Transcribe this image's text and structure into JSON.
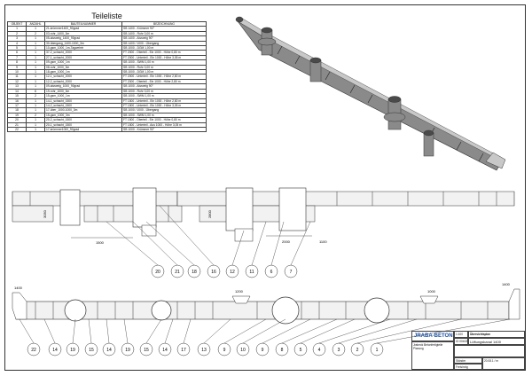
{
  "parts_list": {
    "title": "Teileliste",
    "headers": [
      "OBJEKT",
      "ANZAHL",
      "BAUTEILNUMMER",
      "BEZEICHNUNG"
    ],
    "rows": [
      [
        "1",
        "1",
        "21-krümmer1400_90grad",
        "SB 1400 - Krümmer 90°"
      ],
      [
        "2",
        "2",
        "03-rohr_1400_3m",
        "SB 1400 - Rohr 3,00 m"
      ],
      [
        "3",
        "1",
        "05-abzweig_1400_90grad",
        "SB 1400 - Abzweig 90°"
      ],
      [
        "4",
        "1",
        "30-übergang_1400-1000_3m",
        "SB 1400 / 1000 - Übergang"
      ],
      [
        "5",
        "1",
        "10-gsm_1000_1m-Tagwehrtr",
        "SB 1000 - DGM 1,00 m"
      ],
      [
        "6",
        "1",
        "37-2_schacht_2000",
        "FT 2000 - Oberteil - Ein 1000 - Höhe 0,80 m"
      ],
      [
        "7",
        "1",
        "27-1_schacht_2000",
        "FT 2000 - Unterteil - Ein 1000 - Höhe 3,05 m"
      ],
      [
        "8",
        "1",
        "09-gsm_1000_1m",
        "SB 1000 - SWM 1,00 m"
      ],
      [
        "9",
        "1",
        "08-rohr_1000_3m",
        "SB 1000 - Rohr 3,00 m"
      ],
      [
        "10",
        "1",
        "18-gsm_1000_1m",
        "SB 1000 - DGM 1,00 m"
      ],
      [
        "11",
        "1",
        "12-1_schacht_2000",
        "FT 2000 - Unterteil - Ein 1000 - Höhe 2,80 m"
      ],
      [
        "12",
        "1",
        "12-2_schacht_2000",
        "FT 2000 - Oberteil - Ein 1000 - Höhe 2,80 m"
      ],
      [
        "13",
        "1",
        "09-abzweig_1000_90grad",
        "SB 1000 - Abzweig 90°"
      ],
      [
        "14",
        "6",
        "19-rohr_1000_3m",
        "SB 1000 - Rohr 3,00 m"
      ],
      [
        "15",
        "2",
        "15-gsm_1000_1m",
        "SB 1000 - SWM 1,00 m"
      ],
      [
        "16",
        "1",
        "14-1_schacht_1500",
        "FT 1500 - Unterteil - Ein 1000 - Höhe 2,80 m"
      ],
      [
        "17",
        "1",
        "14-2_schacht_1500",
        "FT 1500 - Unterteil - Ein 1000 - Höhe 3,05 m"
      ],
      [
        "18",
        "1",
        "17-über_1000-1000_3m",
        "SB 1000 / 1000 - Übergang"
      ],
      [
        "19",
        "2",
        "15-gsm_1000_3m",
        "SB 1000 - SWM 1,00 m"
      ],
      [
        "20",
        "1",
        "20-2_schacht_1500",
        "FT 1500 - Oberteil - Ein 1000 - Höhe 0,80 m"
      ],
      [
        "21",
        "1",
        "20-1_schacht_1500",
        "FT 1500 - Unterteil - Aus 1000 - Höhe 3,05 m"
      ],
      [
        "22",
        "1",
        "17-krümmer1000_90grad",
        "SB 1000 - Krümmer 90°"
      ]
    ]
  },
  "dimensions": {
    "d1400": "1400",
    "d1200": "1200",
    "d1000": "1000",
    "d1500": "1500",
    "d2000": "2000",
    "d3050": "3050",
    "d2800": "2800",
    "d1100": "1100"
  },
  "balloons_top_left": [
    "20",
    "21",
    "18",
    "16"
  ],
  "balloons_top_right": [
    "12",
    "11",
    "6",
    "7"
  ],
  "balloons_bottom": [
    "22",
    "14",
    "19",
    "15",
    "14",
    "19",
    "15",
    "14",
    "17",
    "13",
    "9",
    "10",
    "9",
    "8",
    "5",
    "4",
    "3",
    "2",
    "1"
  ],
  "title_block": {
    "company": "JRABA-BETON",
    "company_sub": "Jrabeck Betonfertigteile\nPlanung",
    "drawing_label": "Übersichtsplan",
    "drawing_title": "Lüftungskanal 1400",
    "scale_label": "1:100",
    "drawing_no": "IO 00402",
    "drawn_by": "Ständer",
    "checked": "Freisinnig",
    "date": "20.08.1 / m"
  },
  "colors": {
    "line": "#333333",
    "pipe_fill": "#f2f2f2",
    "iso_dark": "#4a4a4a",
    "iso_mid": "#8a8a8a",
    "iso_light": "#c8c8c8",
    "logo_blue": "#1a4fa0",
    "logo_yellow": "#f2c500"
  }
}
